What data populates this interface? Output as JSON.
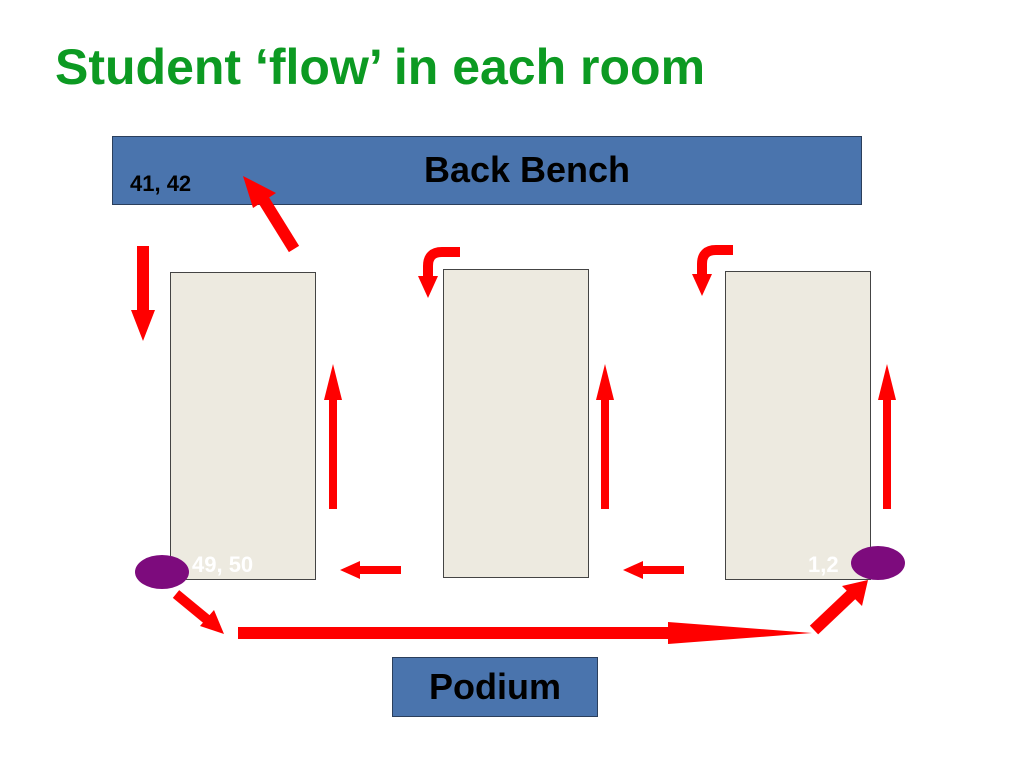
{
  "title": "Student ‘flow’ in each room",
  "back_bench": {
    "label": "Back Bench",
    "seat_label": "41, 42"
  },
  "podium": {
    "label": "Podium"
  },
  "desks": [
    {
      "seat_label": "49, 50"
    },
    {
      "seat_label": ""
    },
    {
      "seat_label": "1,2"
    }
  ],
  "colors": {
    "title": "#0c9a22",
    "box": "#4a74ad",
    "desk": "#edeae0",
    "arrow": "#ff0000",
    "marker": "#7d0b7d"
  },
  "icons": [
    "arrow-icon",
    "curved-arrow-icon",
    "position-marker-icon"
  ]
}
